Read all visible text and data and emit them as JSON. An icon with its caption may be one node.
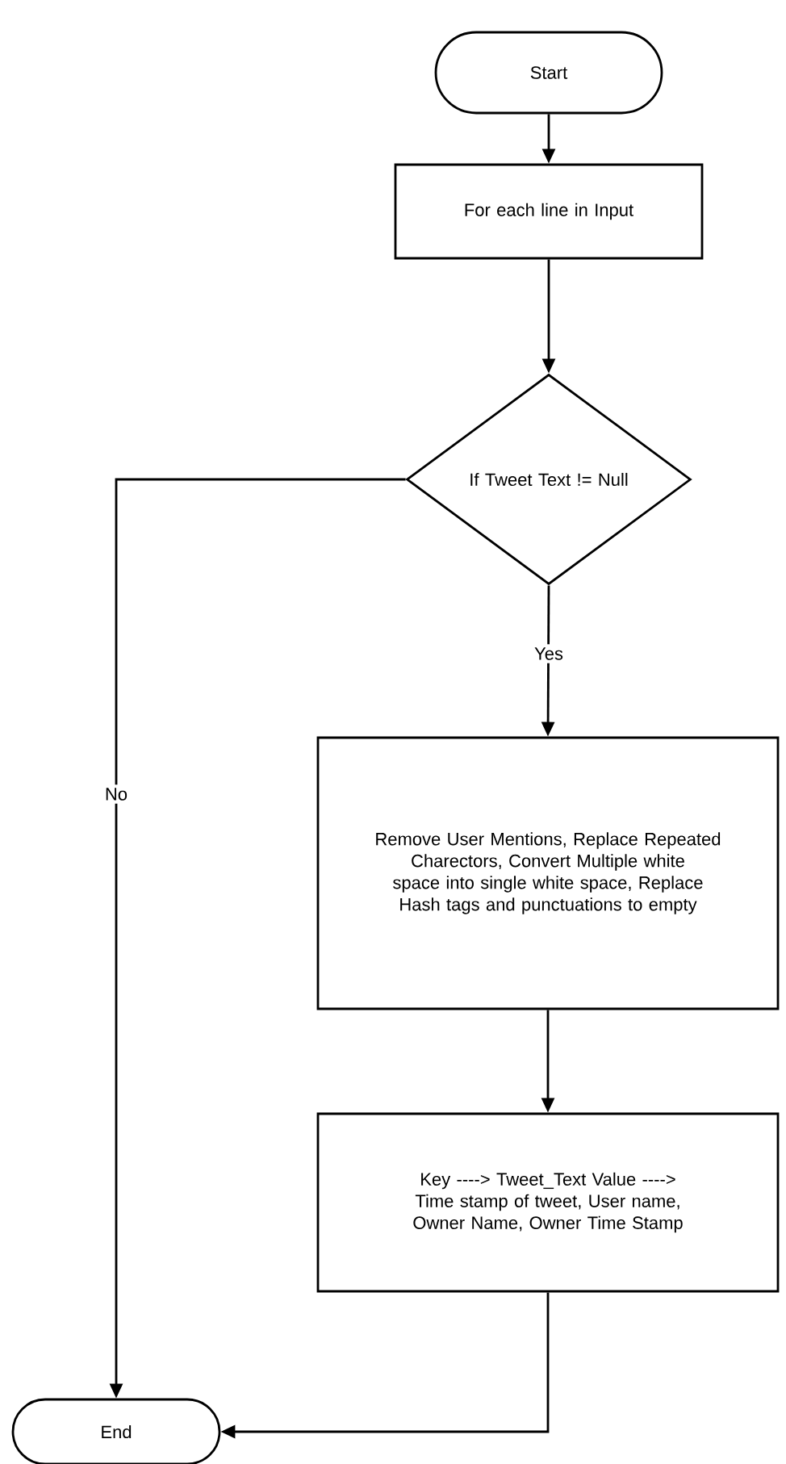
{
  "diagram": {
    "nodes": [
      {
        "text": [
          "Start"
        ]
      },
      {
        "text": [
          "For each line in Input"
        ]
      },
      {
        "text": [
          "If Tweet Text != Null"
        ]
      },
      {
        "text": [
          "Remove User Mentions, Replace Repeated Charectors, Convert Multiple white space into single white space, Replace Hash tags and punctuations to empty"
        ]
      },
      {
        "text": [
          "Key ----> Tweet_Text Value ----> Time stamp of tweet, User name, Owner Name, Owner Time Stamp"
        ]
      },
      {
        "text": [
          "End"
        ]
      }
    ],
    "edges": [
      {
        "from": 0,
        "to": 1,
        "arrow": "to"
      },
      {
        "from": 1,
        "to": 2,
        "arrow": "to"
      },
      {
        "from": 2,
        "to": 3,
        "arrow": "to",
        "label": "Yes"
      },
      {
        "from": 2,
        "to": 5,
        "arrow": "to",
        "label": "No"
      },
      {
        "from": 3,
        "to": 4,
        "arrow": "to"
      },
      {
        "from": 4,
        "to": 5,
        "arrow": "to"
      }
    ]
  }
}
